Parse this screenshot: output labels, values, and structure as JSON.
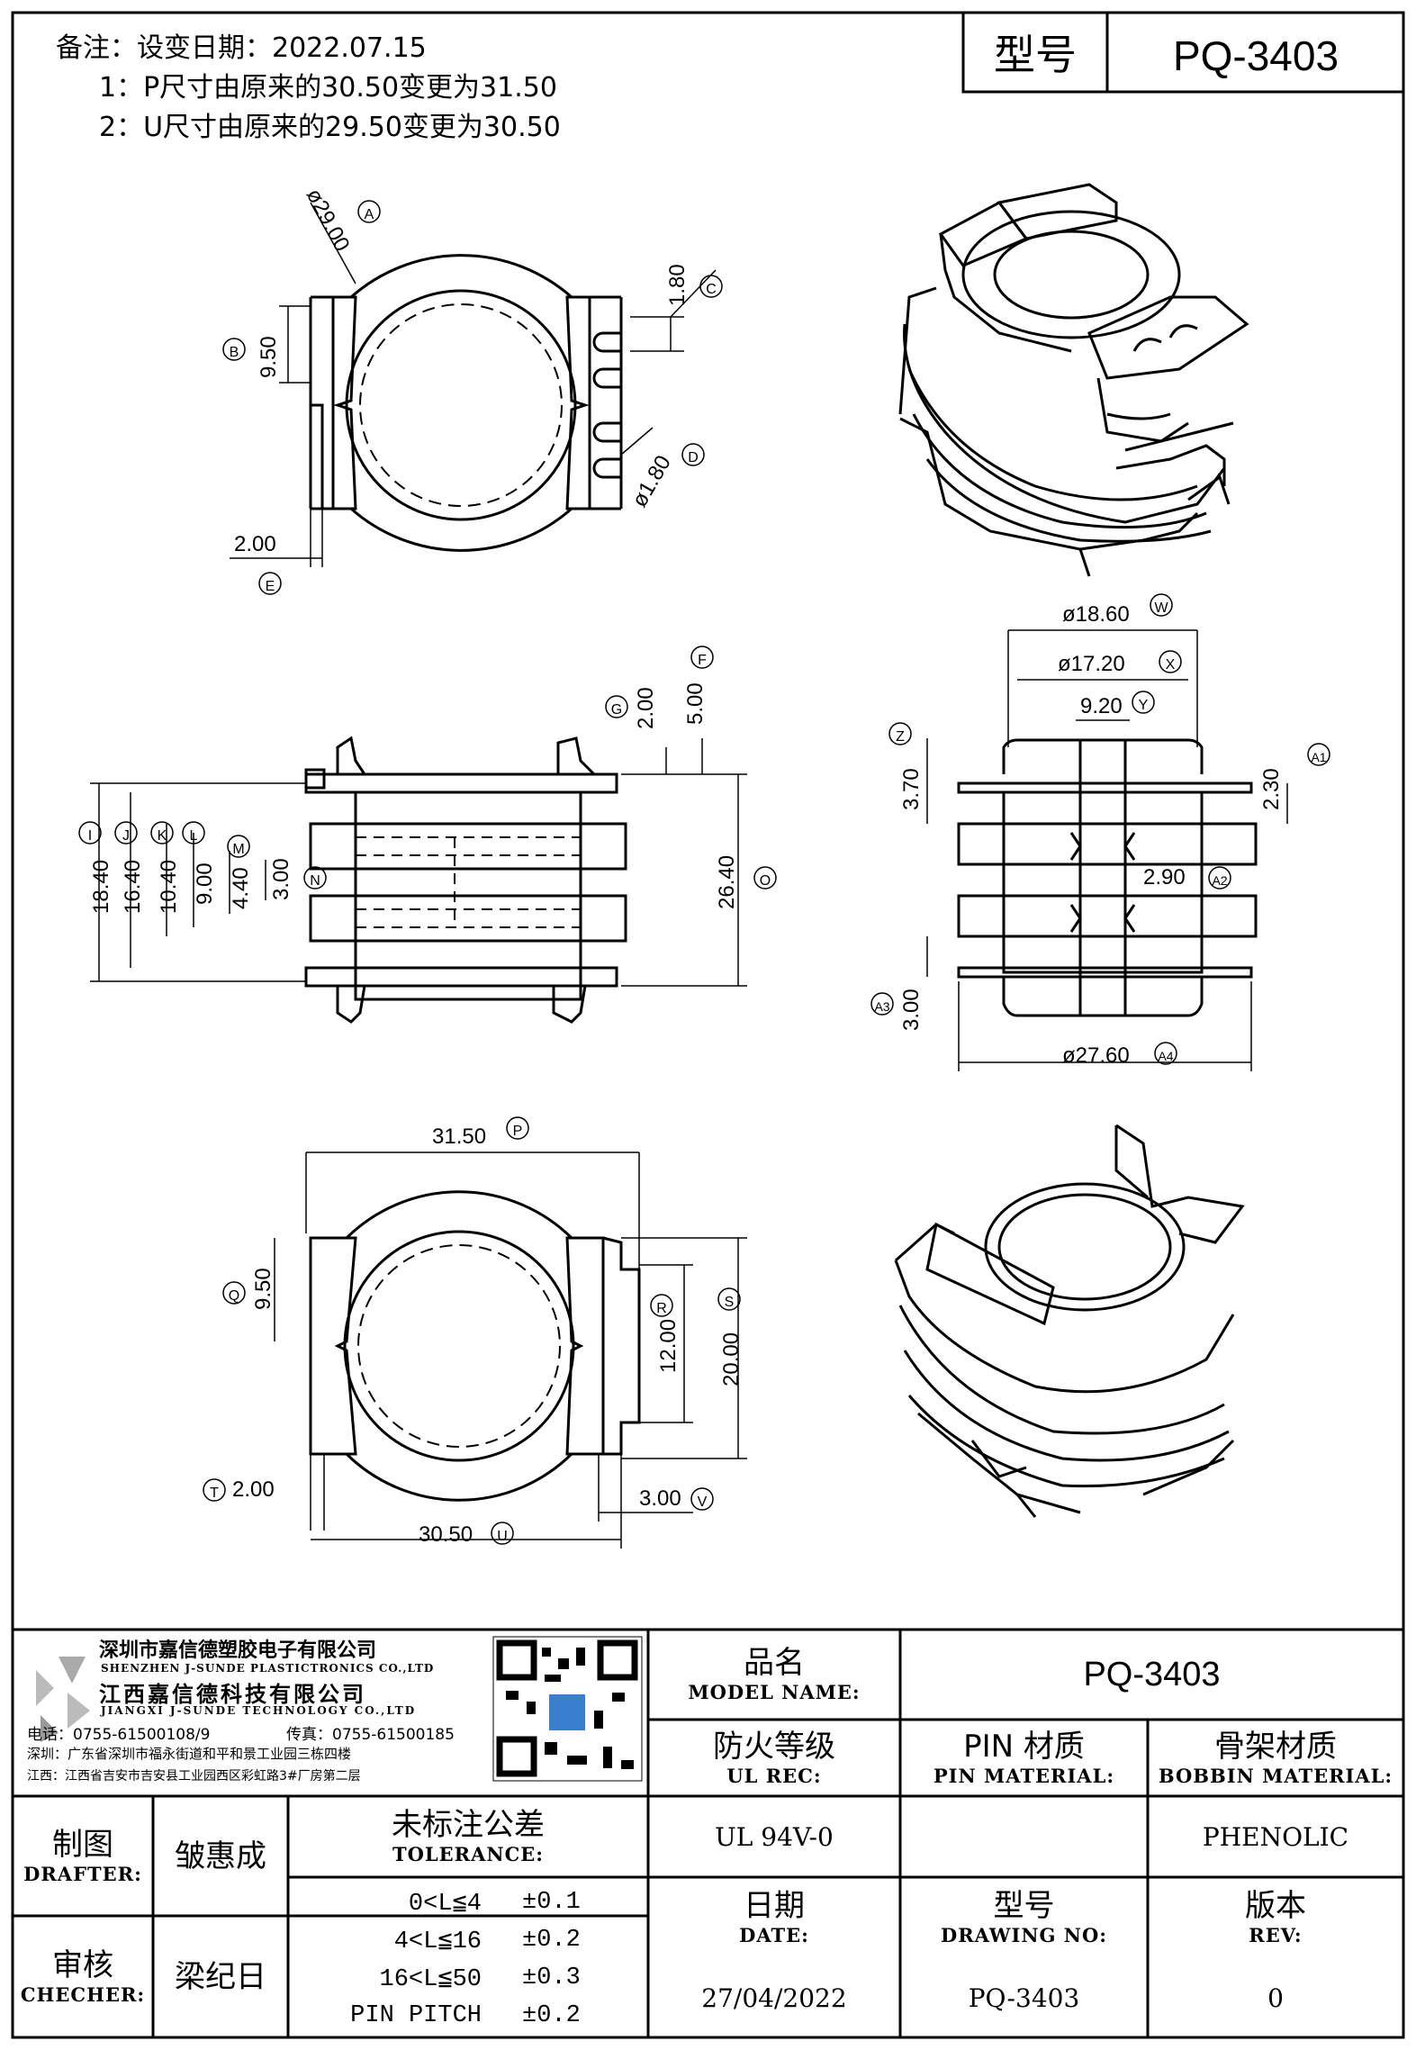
{
  "notes": {
    "header": "备注：设变日期：2022.07.15",
    "line1": "1：P尺寸由原来的30.50变更为31.50",
    "line2": "2：U尺寸由原来的29.50变更为30.50"
  },
  "model_box": {
    "label": "型号",
    "value": "PQ-3403"
  },
  "dimensions": {
    "A": "ø29.00",
    "B": "9.50",
    "C": "1.80",
    "D": "ø1.80",
    "E": "2.00",
    "F": "5.00",
    "G": "2.00",
    "I": "18.40",
    "J": "16.40",
    "K": "10.40",
    "L": "9.00",
    "M": "4.40",
    "N": "3.00",
    "O": "26.40",
    "W": "ø18.60",
    "X": "ø17.20",
    "Y": "9.20",
    "Z": "3.70",
    "A1": "2.30",
    "A2": "2.90",
    "A3": "3.00",
    "A4": "ø27.60",
    "P": "31.50",
    "Q": "9.50",
    "R": "12.00",
    "S": "20.00",
    "T": "2.00",
    "U": "30.50",
    "V": "3.00"
  },
  "company": {
    "name_cn_1": "深圳市嘉信德塑胶电子有限公司",
    "name_en_1": "SHENZHEN J-SUNDE PLASTICTRONICS CO.,LTD",
    "name_cn_2": "江西嘉信德科技有限公司",
    "name_en_2": "JIANGXI J-SUNDE TECHNOLOGY CO.,LTD",
    "phone": "电话：0755-61500108/9",
    "fax": "传真：0755-61500185",
    "addr_sz": "深圳：广东省深圳市福永街道和平和景工业园三栋四楼",
    "addr_jx": "江西：江西省吉安市吉安县工业园西区彩虹路3#厂房第二层"
  },
  "title_block": {
    "model_name_cn": "品名",
    "model_name_en": "MODEL NAME:",
    "model_name_value": "PQ-3403",
    "ul_cn": "防火等级",
    "ul_en": "UL REC:",
    "ul_value": "UL 94V-0",
    "pin_cn": "PIN 材质",
    "pin_en": "PIN MATERIAL:",
    "pin_value": "",
    "bobbin_cn": "骨架材质",
    "bobbin_en": "BOBBIN MATERIAL:",
    "bobbin_value": "PHENOLIC",
    "drafter_cn": "制图",
    "drafter_en": "DRAFTER:",
    "drafter_value": "皱惠成",
    "checker_cn": "审核",
    "checker_en": "CHECHER:",
    "checker_value": "梁纪日",
    "tolerance_cn": "未标注公差",
    "tolerance_en": "TOLERANCE:",
    "tolerances": [
      {
        "range": "0<L≦4",
        "value": "±0.1"
      },
      {
        "range": "4<L≦16",
        "value": "±0.2"
      },
      {
        "range": "16<L≦50",
        "value": "±0.3"
      },
      {
        "range": "PIN PITCH",
        "value": "±0.2"
      }
    ],
    "date_cn": "日期",
    "date_en": "DATE:",
    "date_value": "27/04/2022",
    "drawing_cn": "型号",
    "drawing_en": "DRAWING NO:",
    "drawing_value": "PQ-3403",
    "rev_cn": "版本",
    "rev_en": "REV:",
    "rev_value": "0"
  }
}
